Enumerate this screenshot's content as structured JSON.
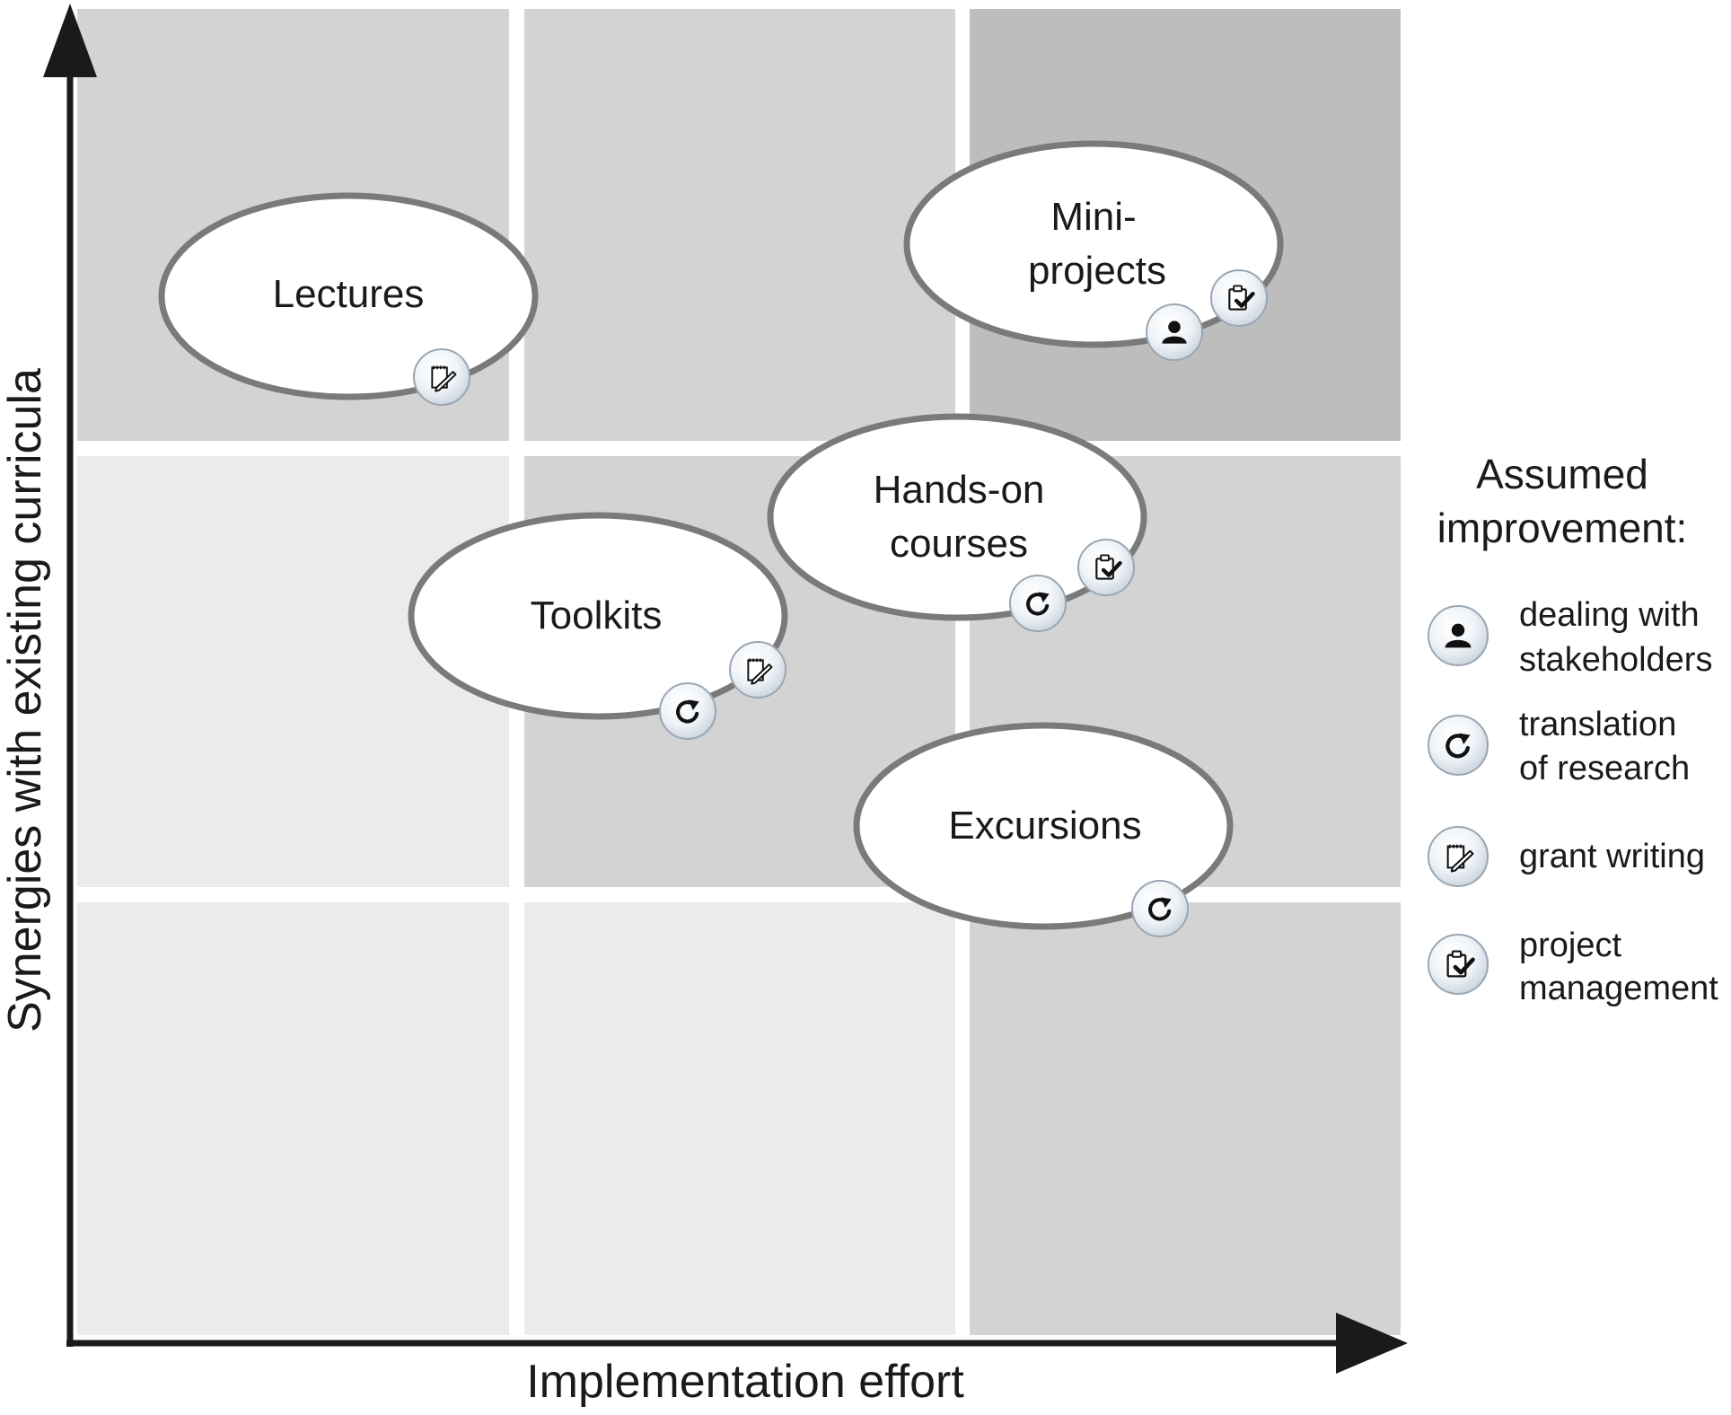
{
  "axes": {
    "x_label": "Implementation effort",
    "y_label": "Synergies with existing curricula"
  },
  "grid": {
    "columns": 3,
    "rows": 3,
    "cell_colors": [
      [
        "#d3d3d3",
        "#d3d3d3",
        "#bdbdbd"
      ],
      [
        "#ebebeb",
        "#d3d3d3",
        "#d3d3d3"
      ],
      [
        "#ebebeb",
        "#ebebeb",
        "#d3d3d3"
      ]
    ]
  },
  "colors": {
    "axis": "#1a1a1a",
    "bubble_fill": "#ffffff",
    "bubble_stroke": "#7a7a7a",
    "icon_fill": "#e3ebf3",
    "icon_stroke": "#9aa6b2",
    "icon_glyph": "#111111"
  },
  "activities": [
    {
      "id": "lectures",
      "lines": [
        "Lectures"
      ],
      "icons": [
        "grant-writing-icon"
      ]
    },
    {
      "id": "mini-projects",
      "lines": [
        "Mini-",
        "projects"
      ],
      "icons": [
        "stakeholders-icon",
        "project-management-icon"
      ]
    },
    {
      "id": "hands-on-courses",
      "lines": [
        "Hands-on",
        "courses"
      ],
      "icons": [
        "translation-icon",
        "project-management-icon"
      ]
    },
    {
      "id": "toolkits",
      "lines": [
        "Toolkits"
      ],
      "icons": [
        "translation-icon",
        "grant-writing-icon"
      ]
    },
    {
      "id": "excursions",
      "lines": [
        "Excursions"
      ],
      "icons": [
        "translation-icon"
      ]
    }
  ],
  "legend": {
    "title_lines": [
      "Assumed",
      "improvement:"
    ],
    "items": [
      {
        "icon": "stakeholders-icon",
        "lines": [
          "dealing with",
          "stakeholders"
        ]
      },
      {
        "icon": "translation-icon",
        "lines": [
          "translation",
          "of research"
        ]
      },
      {
        "icon": "grant-writing-icon",
        "lines": [
          "grant writing"
        ]
      },
      {
        "icon": "project-management-icon",
        "lines": [
          "project",
          "management"
        ]
      }
    ]
  }
}
